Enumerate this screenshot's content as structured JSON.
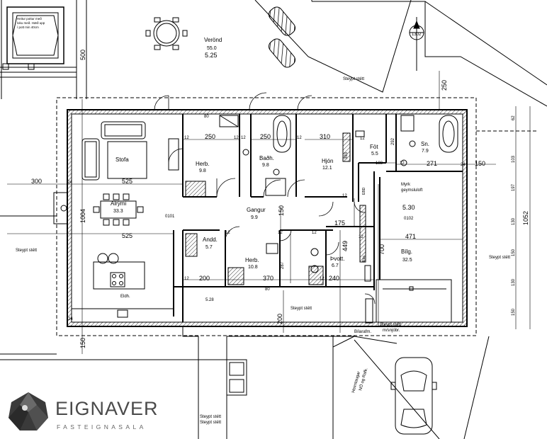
{
  "rooms": {
    "verond": {
      "name": "Verönd",
      "area": "55.0"
    },
    "stofa": {
      "name": "Stofa"
    },
    "herb1": {
      "name": "Herb.",
      "area": "9.8"
    },
    "badh": {
      "name": "Baðh.",
      "area": "9.8"
    },
    "hjon": {
      "name": "Hjón",
      "area": "12.1"
    },
    "fat": {
      "name": "Föt",
      "area": "5.5"
    },
    "sn": {
      "name": "Sn.",
      "area": "7.9"
    },
    "alrymi": {
      "name": "Alrými",
      "area": "33.3"
    },
    "gangur": {
      "name": "Gangur",
      "area": "9.9"
    },
    "andd": {
      "name": "Andd.",
      "area": "5.7"
    },
    "herb2": {
      "name": "Herb.",
      "area": "10.8"
    },
    "thvott": {
      "name": "Þvott.",
      "area": "6.7"
    },
    "bilg": {
      "name": "Bílg.",
      "area": "32.5"
    },
    "eldh": {
      "name": "Eldh."
    }
  },
  "codes": {
    "main": "0101",
    "garage": "0102",
    "north": "1302"
  },
  "labels": {
    "steypt_stett": "Steypt stétt",
    "steypt_stett_snjobr_1": "Steypt stétt",
    "steypt_stett_snjobr_2": "m/snjóbr.",
    "heimtaugar_1": "Heimtaugar",
    "heimtaugar_2": "NÖ og Rafk.",
    "bilarafm": "Bílarafm.",
    "myrk_1": "Myrk",
    "myrk_2": "geymsluloft",
    "pott_1": "Heitur pottur með",
    "pott_2": "loku með. Hæð upp",
    "pott_3": "í pott min 40cm",
    "ebd": "EBD",
    "ras": "Rás."
  },
  "levels": {
    "terrace": "5.25",
    "garage": "5.30",
    "floor": "5.28"
  },
  "dimensions": {
    "d500": "500",
    "d300": "300",
    "d525a": "525",
    "d525b": "525",
    "d1004": "1004",
    "d80a": "80",
    "d250a": "250",
    "d12a": "12",
    "d12b": "12",
    "d250b": "250",
    "d12c": "12",
    "d310": "310",
    "d393": "393",
    "d188": "188",
    "d292": "292",
    "d12d": "12",
    "d271": "271",
    "d24a": "24",
    "d150a": "150",
    "d24b": "24",
    "d250c": "250",
    "d62": "62",
    "d103": "103",
    "d197": "197",
    "d130a": "130",
    "d150b": "150",
    "d130b": "130",
    "d150c": "150",
    "d1052": "1052",
    "d175": "175",
    "d12e": "12",
    "d471": "471",
    "d12f": "12",
    "d449": "449",
    "d700": "700",
    "d150d": "150",
    "d287": "287",
    "d12g": "12",
    "d200a": "200",
    "d370": "370",
    "d12h": "12",
    "d240": "240",
    "d80b": "80",
    "d200b": "200",
    "d150e": "150",
    "d12i": "12",
    "d12j": "12",
    "d24c": "24",
    "d12k": "12",
    "d12l": "12",
    "d12m": "12"
  },
  "branding": {
    "name": "EIGNAVER",
    "tagline": "FASTEIGNASALA"
  },
  "colors": {
    "line": "#000000",
    "logo_dark": "#3a3a3a",
    "logo_text": "#4a4a4a"
  }
}
